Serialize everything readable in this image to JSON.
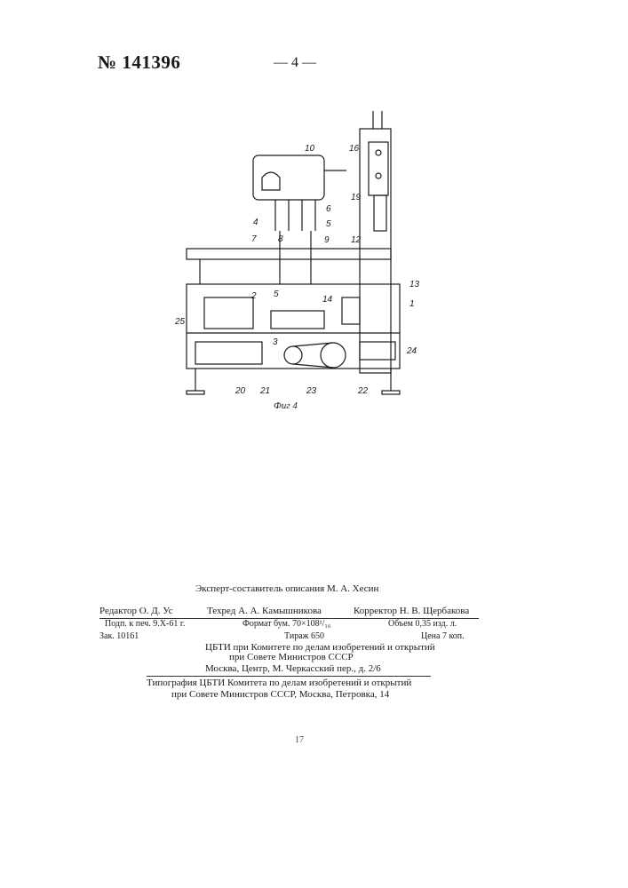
{
  "header": {
    "patent_number": "№ 141396",
    "page_number": "— 4 —"
  },
  "figure": {
    "caption": "Фиг 4",
    "labels": [
      "10",
      "16",
      "6",
      "19",
      "4",
      "5",
      "7",
      "8",
      "9",
      "12",
      "13",
      "1",
      "2",
      "5",
      "14",
      "25",
      "3",
      "24",
      "20",
      "21",
      "23",
      "22"
    ]
  },
  "colophon": {
    "expert_line": "Эксперт-составитель описания М. А. Хесин",
    "editor": "Редактор О. Д. Ус",
    "tech_editor": "Техред А. А. Камышникова",
    "corrector": "Корректор Н. В. Щербакова",
    "signed": "Подп. к печ. 9.X-61 г.",
    "format": "Формат бум. 70×108¹/₁₆",
    "volume": "Объем 0,35 изд. л.",
    "order": "Зак. 10161",
    "circulation": "Тираж 650",
    "price": "Цена 7 коп.",
    "cbti_line1": "ЦБТИ при Комитете по делам изобретений и открытий",
    "cbti_line2": "при Совете Министров СССР",
    "cbti_line3": "Москва, Центр, М. Черкасский пер., д. 2/6",
    "print_line1": "Типография ЦБТИ Комитета по делам изобретений и открытий",
    "print_line2": "при Совете Министров СССР, Москва, Петровка, 14"
  },
  "footer": {
    "mark": "17"
  }
}
